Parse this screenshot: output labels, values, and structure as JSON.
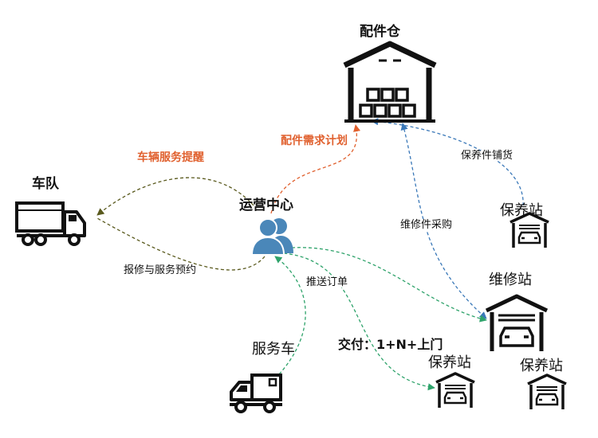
{
  "nodes": {
    "warehouse": {
      "label": "配件仓",
      "icon": "warehouse-icon"
    },
    "fleet": {
      "label": "车队",
      "icon": "truck-icon"
    },
    "ops_center": {
      "label": "运营中心",
      "icon": "users-icon"
    },
    "maintenance_station_top": {
      "label": "保养站",
      "icon": "garage-icon"
    },
    "repair_station": {
      "label": "维修站",
      "icon": "garage-icon"
    },
    "service_vehicle": {
      "label": "服务车",
      "icon": "service-truck-icon"
    },
    "maintenance_station_bottom_left": {
      "label": "保养站",
      "icon": "garage-icon"
    },
    "maintenance_station_bottom_right": {
      "label": "保养站",
      "icon": "garage-icon"
    }
  },
  "edges": {
    "vehicle_service_reminder": "车辆服务提醒",
    "parts_demand_plan": "配件需求计划",
    "maintenance_parts_stocking": "保养件铺货",
    "repair_parts_purchase": "维修件采购",
    "repair_and_service_booking": "报修与服务预约",
    "push_orders": "推送订单",
    "delivery": "交付：1+N+上门"
  },
  "colors": {
    "orange": "#e0602e",
    "olive": "#5a5a1e",
    "blue": "#3a78b8",
    "green": "#2fa36b",
    "ops_blue": "#4a87b9",
    "black": "#111111"
  }
}
